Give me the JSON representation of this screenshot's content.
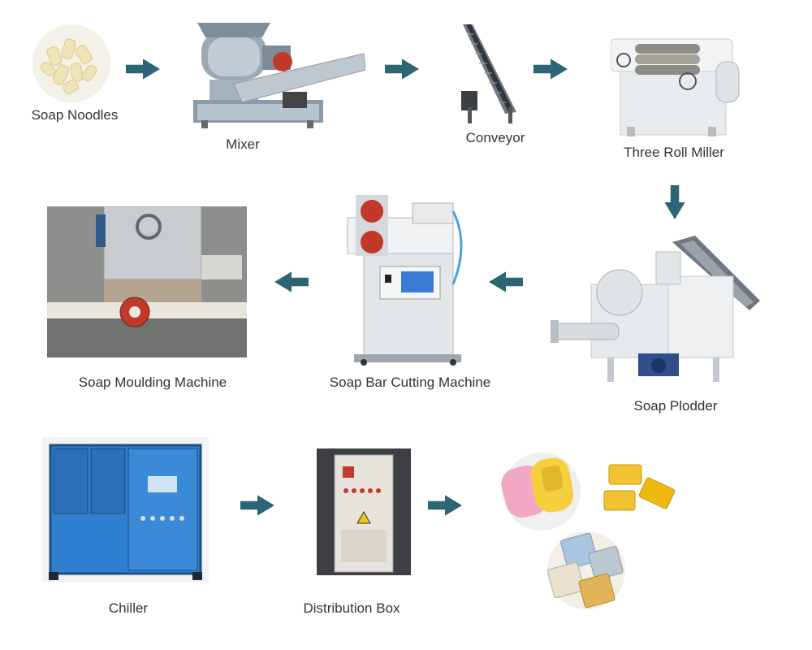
{
  "steps": {
    "soap_noodles": "Soap Noodles",
    "mixer": "Mixer",
    "conveyor": "Conveyor",
    "three_roll_miller": "Three Roll Miller",
    "soap_plodder": "Soap Plodder",
    "soap_bar_cutting": "Soap Bar Cutting Machine",
    "soap_moulding": "Soap Moulding Machine",
    "chiller": "Chiller",
    "distribution_box": "Distribution Box"
  },
  "colors": {
    "arrow": "#2c6573",
    "label_text": "#333333"
  },
  "icons": {
    "flow_arrow": "arrow-icon"
  }
}
